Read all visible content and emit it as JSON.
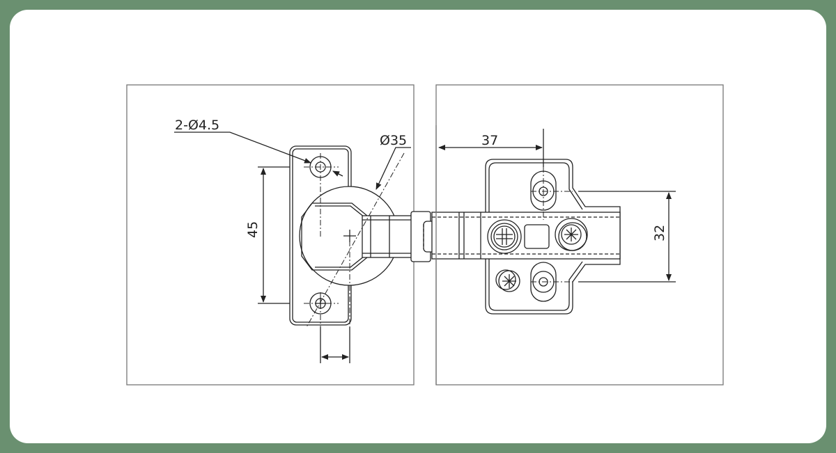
{
  "drawing": {
    "left_view": {
      "hole_label": "2-Ø4.5",
      "cup_label": "Ø35",
      "hole_spacing_label": "45"
    },
    "right_view": {
      "offset_label": "37",
      "plate_spacing_label": "32"
    }
  },
  "colors": {
    "frame": "#6a9070",
    "card": "#ffffff",
    "line": "#222222"
  }
}
